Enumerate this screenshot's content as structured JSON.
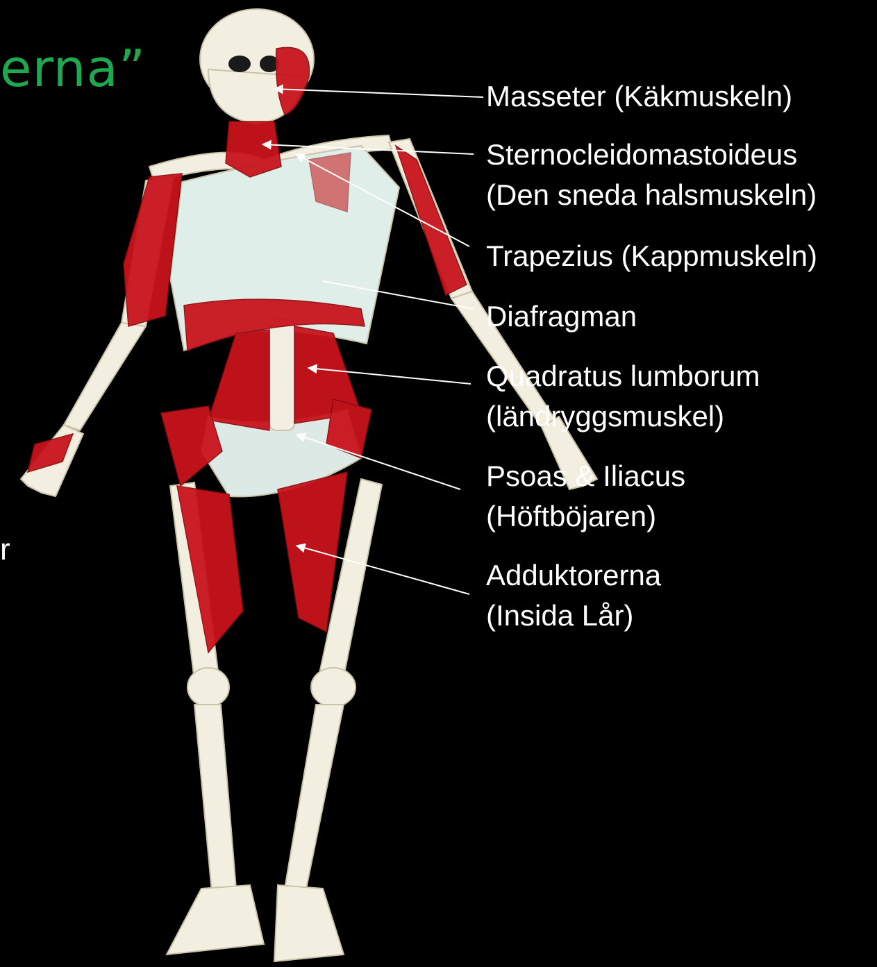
{
  "slide": {
    "title_fragment": "erna”",
    "left_fragment": "r"
  },
  "labels": [
    {
      "id": "masseter",
      "lines": [
        "Masseter (Käkmuskeln)"
      ]
    },
    {
      "id": "sternocleidomastoideus",
      "lines": [
        "Sternocleidomastoideus",
        "(Den sneda halsmuskeln)"
      ]
    },
    {
      "id": "trapezius",
      "lines": [
        "Trapezius (Kappmuskeln)"
      ]
    },
    {
      "id": "diafragman",
      "lines": [
        "Diafragman"
      ]
    },
    {
      "id": "quadratus-lumborum",
      "lines": [
        "Quadratus lumborum",
        "(ländryggsmuskel)"
      ]
    },
    {
      "id": "psoas-iliacus",
      "lines": [
        "Psoas & Iliacus",
        "(Höftböjaren)"
      ]
    },
    {
      "id": "adduktorerna",
      "lines": [
        "Adduktorerna",
        "(Insida Lår)"
      ]
    }
  ],
  "colors": {
    "background": "#000000",
    "title": "#1fa84f",
    "text": "#ffffff",
    "bone": "#f2efe0",
    "muscle": "#c8141c",
    "arrow": "#ffffff"
  },
  "figure": {
    "subject": "human-skeleton-with-highlighted-muscles"
  }
}
